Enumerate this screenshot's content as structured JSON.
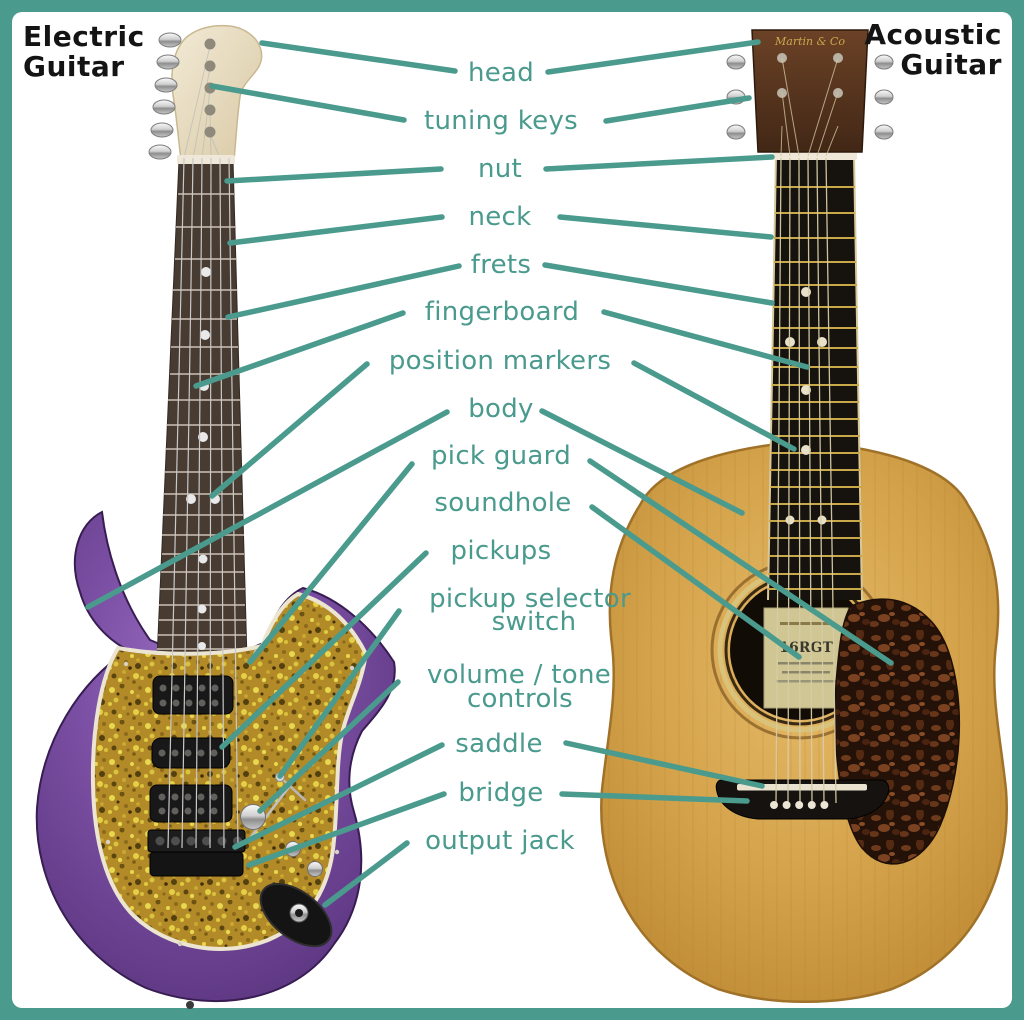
{
  "titles": {
    "left_line1": "Electric",
    "left_line2": "Guitar",
    "right_line1": "Acoustic",
    "right_line2": "Guitar"
  },
  "labels": {
    "head": "head",
    "tuning_keys": "tuning keys",
    "nut": "nut",
    "neck": "neck",
    "frets": "frets",
    "fingerboard": "fingerboard",
    "position_markers": "position markers",
    "body": "body",
    "pick_guard": "pick guard",
    "soundhole": "soundhole",
    "pickups": "pickups",
    "pickup_selector_line1": "pickup selector",
    "pickup_selector_line2": "switch",
    "volume_tone_line1": "volume / tone",
    "volume_tone_line2": "controls",
    "saddle": "saddle",
    "bridge": "bridge",
    "output_jack": "output jack"
  },
  "acoustic": {
    "logo_text": "Martin & Co",
    "soundhole_label": "16RGT"
  },
  "colors": {
    "accent_teal": "#4a9a8d",
    "title_black": "#141414",
    "background": "#ffffff",
    "electric_purple": "#6f4494",
    "electric_pickguard_gold": "#b8922e",
    "electric_headstock_cream": "#ece1c6",
    "acoustic_wood": "#d3a04b",
    "acoustic_headstock_brown": "#57351f",
    "fingerboard_dark": "#2a2019"
  }
}
